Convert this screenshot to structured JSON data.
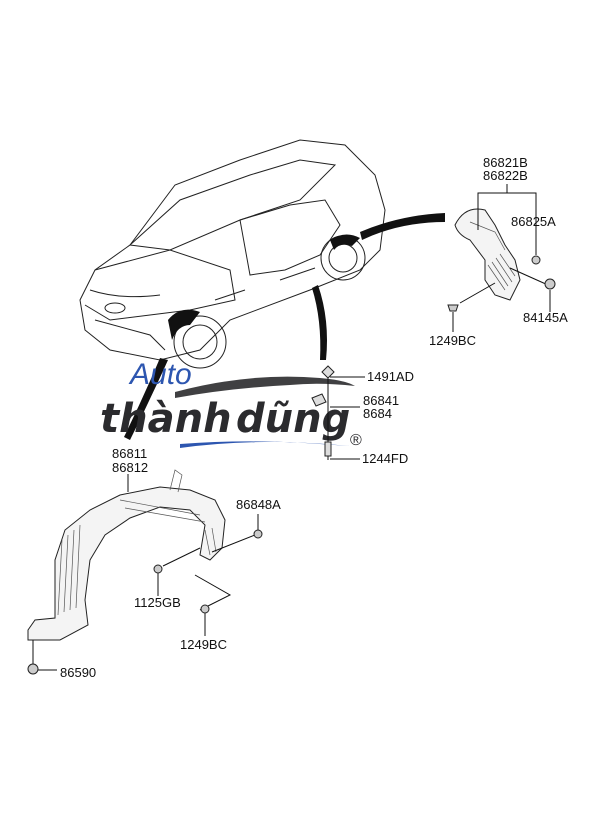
{
  "diagram": {
    "labels": {
      "rear_guard_lh": "86821B",
      "rear_guard_rh": "86822B",
      "rear_nut": "86825A",
      "rear_clip": "84145A",
      "rear_screw": "1249BC",
      "side_bolt": "1491AD",
      "side_cover_1": "86841",
      "side_cover_2": "8684",
      "side_screw": "1244FD",
      "front_guard_lh": "86811",
      "front_guard_rh": "86812",
      "front_nut": "86848A",
      "front_bolt": "1125GB",
      "front_screw": "1249BC",
      "front_clip": "86590"
    }
  },
  "watermark": {
    "brand_part1": "thành",
    "brand_part2": "dũng",
    "brand_suffix": "Auto",
    "registered_mark": "®",
    "brand_color": "#2d56b0",
    "text_color": "#2b2b2e"
  }
}
